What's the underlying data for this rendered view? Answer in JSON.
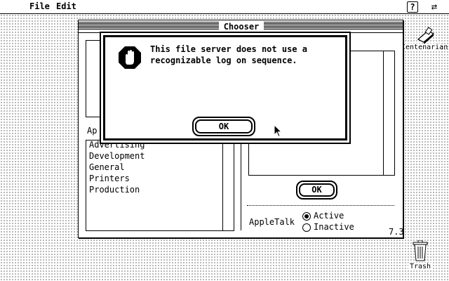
{
  "menubar": {
    "apple_glyph": "",
    "file": "File",
    "edit": "Edit",
    "help_glyph": "?",
    "app_glyph": "⇄"
  },
  "chooser": {
    "title": "Chooser",
    "zones_label_partial": "Ap",
    "zones": [
      "Advertising",
      "Development",
      "General",
      "Printers",
      "Production"
    ],
    "ok_label": "OK",
    "appletalk_label": "AppleTalk",
    "active_label": "Active",
    "inactive_label": "Inactive",
    "version": "7.3"
  },
  "alert": {
    "message_line1": "This file server does not use a",
    "message_line2": "recognizable log on sequence.",
    "ok_label": "OK",
    "icon": "stop-hand-icon"
  },
  "desktop": {
    "disk_label": "Centenarian",
    "trash_label": "Trash"
  }
}
